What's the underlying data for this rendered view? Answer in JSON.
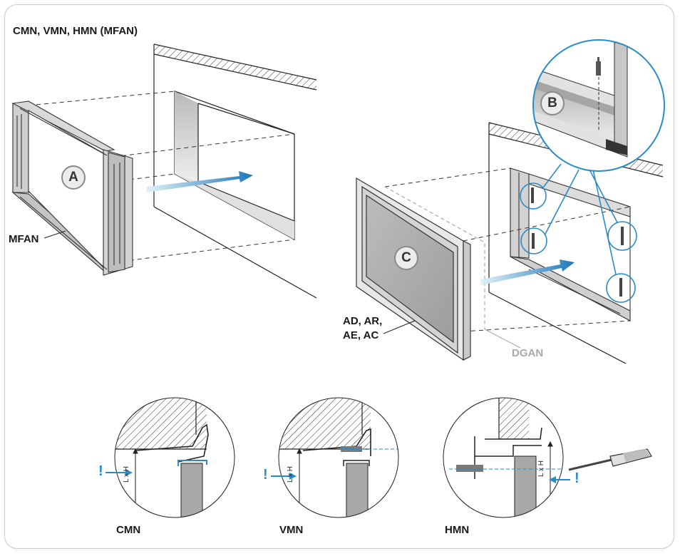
{
  "title": "CMN, VMN, HMN (MFAN)",
  "labels": {
    "mfan": "MFAN",
    "grilles_line1": "AD, AR,",
    "grilles_line2": "AE, AC",
    "dgan": "DGAN",
    "cmn": "CMN",
    "vmn": "VMN",
    "hmn": "HMN"
  },
  "badges": {
    "a": "A",
    "b": "B",
    "c": "C"
  },
  "detail": {
    "lxh": "L x H",
    "warning": "!"
  },
  "colors": {
    "accent": "#2a8bc7",
    "arrow_start": "#d6ebf7",
    "arrow_end": "#1e78b8",
    "line": "#222222",
    "border": "#c8c8c8",
    "label_gray": "#a9a9a9",
    "panel_gray": "#a8a8a8",
    "wall_shade": "#cfcfcf"
  }
}
